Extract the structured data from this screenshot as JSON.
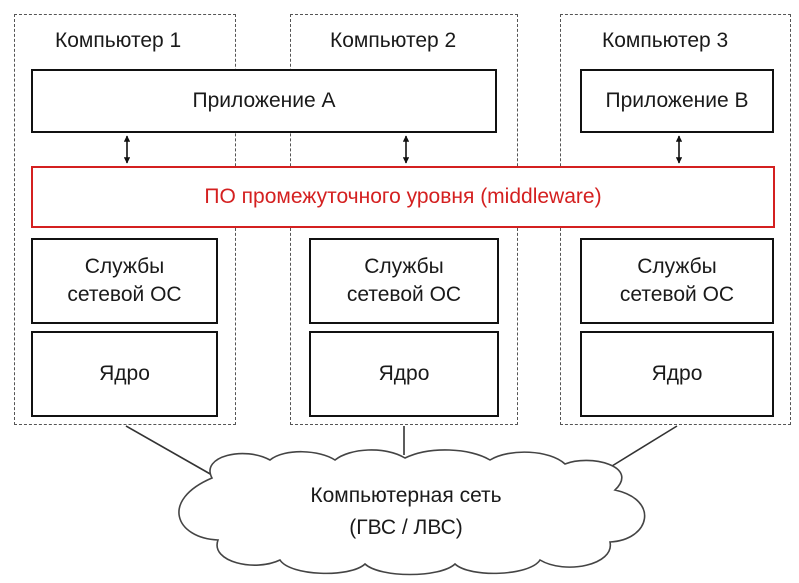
{
  "computers": [
    {
      "title": "Компьютер 1",
      "services_line1": "Службы",
      "services_line2": "сетевой ОС",
      "kernel": "Ядро"
    },
    {
      "title": "Компьютер 2",
      "services_line1": "Службы",
      "services_line2": "сетевой ОС",
      "kernel": "Ядро"
    },
    {
      "title": "Компьютер 3",
      "services_line1": "Службы",
      "services_line2": "сетевой ОС",
      "kernel": "Ядро"
    }
  ],
  "applications": {
    "a": "Приложение А",
    "b": "Приложение В"
  },
  "middleware": {
    "label": "ПО промежуточного уровня (middleware)",
    "color": "#d42020"
  },
  "network": {
    "line1": "Компьютерная сеть",
    "line2": "(ГВС / ЛВС)"
  }
}
